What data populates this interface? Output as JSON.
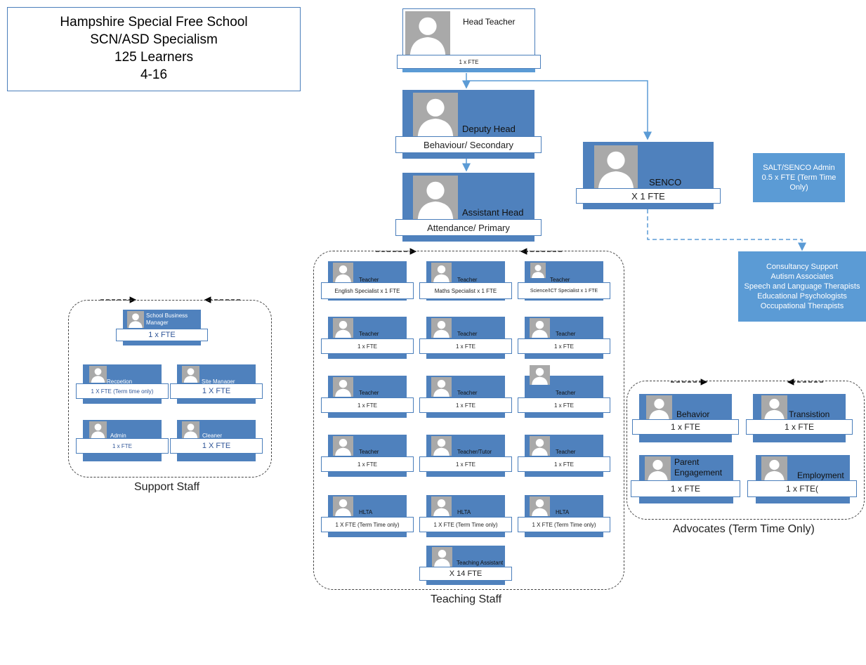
{
  "info": {
    "school": "Hampshire Special Free School",
    "specialism": "SCN/ASD Specialism",
    "learners": "125 Learners",
    "ages": "4-16"
  },
  "colors": {
    "card_dark": "#4f81bd",
    "card_light": "#5b9bd5",
    "box_blue": "#5b9bd5",
    "border": "#4a7ebb"
  },
  "leadership": {
    "head": {
      "role": "Head Teacher",
      "sub": "1 x FTE"
    },
    "deputy": {
      "role": "Deputy Head",
      "sub": "Behaviour/ Secondary"
    },
    "assistant": {
      "role": "Assistant Head",
      "sub": "Attendance/ Primary"
    },
    "senco": {
      "role": "SENCO",
      "sub": "X 1 FTE"
    }
  },
  "salt_admin": {
    "lines": [
      "SALT/SENCO Admin",
      "0.5 x FTE (Term Time",
      "Only)"
    ]
  },
  "consultancy": {
    "lines": [
      "Consultancy Support",
      "Autism Associates",
      "Speech and Language Therapists",
      "Educational Psychologists",
      "Occupational Therapists"
    ]
  },
  "support": {
    "label": "Support Staff",
    "sbm": {
      "role_line1": "School Business",
      "role_line2": "Manager",
      "sub": "1 x FTE"
    },
    "reception": {
      "role": "Recpetion",
      "sub": "1 X FTE (Term time only)"
    },
    "site": {
      "role": "Site Manager",
      "sub": "1 X FTE"
    },
    "admin": {
      "role": "Admin",
      "sub": "1 x FTE"
    },
    "cleaner": {
      "role": "Cleaner",
      "sub": "1 X FTE"
    }
  },
  "teaching": {
    "label": "Teaching Staff",
    "rows": [
      [
        {
          "role": "Teacher",
          "sub": "English Specialist x 1 FTE"
        },
        {
          "role": "Teacher",
          "sub": "Maths Specialist x 1 FTE"
        },
        {
          "role": "Teacher",
          "sub": "Science/ICT Specialist x 1 FTE"
        }
      ],
      [
        {
          "role": "Teacher",
          "sub": "1 x FTE"
        },
        {
          "role": "Teacher",
          "sub": "1 x FTE"
        },
        {
          "role": "Teacher",
          "sub": "1 x FTE"
        }
      ],
      [
        {
          "role": "Teacher",
          "sub": "1 x FTE"
        },
        {
          "role": "Teacher",
          "sub": "1 x FTE"
        },
        {
          "role": "Teacher",
          "sub": "1 x FTE"
        }
      ],
      [
        {
          "role": "Teacher",
          "sub": "1 x FTE"
        },
        {
          "role": "Teacher/Tutor",
          "sub": "1 x FTE"
        },
        {
          "role": "Teacher",
          "sub": "1 x FTE"
        }
      ],
      [
        {
          "role": "HLTA",
          "sub": "1 X FTE (Term Time only)"
        },
        {
          "role": "HLTA",
          "sub": "1 X FTE (Term Time only)"
        },
        {
          "role": "HLTA",
          "sub": "1 X FTE (Term Time only)"
        }
      ]
    ],
    "ta": {
      "role": "Teaching Assistant",
      "sub": "X 14 FTE"
    }
  },
  "advocates": {
    "label": "Advocates (Term Time Only)",
    "behavior": {
      "role": "Behavior",
      "sub": "1 x FTE"
    },
    "transition": {
      "role": "Transistion",
      "sub": "1 x FTE"
    },
    "parent": {
      "role_line1": "Parent",
      "role_line2": "Engagement",
      "sub": "1 x FTE"
    },
    "employment": {
      "role": "Employment",
      "sub": "1 x FTE("
    }
  }
}
